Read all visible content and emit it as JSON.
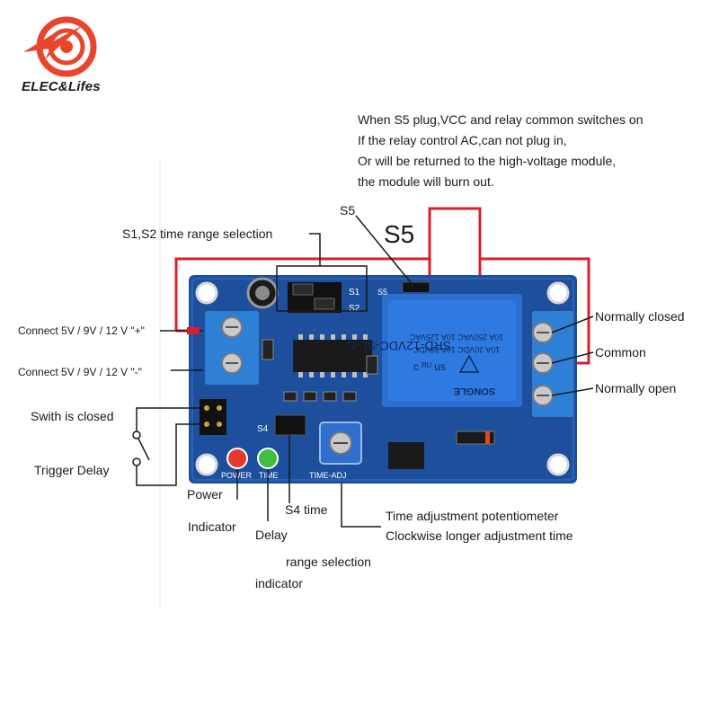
{
  "brand": {
    "name": "ELEC&Lifes",
    "logo_color": "#e8452c"
  },
  "note": {
    "lines": [
      "When S5 plug,VCC and relay common switches on",
      "If the relay control AC,can not plug in,",
      "Or will be returned to the high-voltage module,",
      "the module will burn out."
    ]
  },
  "labels": {
    "s5_small": "S5",
    "s5_big": "S5",
    "s1s2": "S1,S2 time range selection",
    "vcc_plus": "Connect  5V / 9V / 12 V  \"+\"",
    "vcc_minus": "Connect  5V / 9V / 12 V  \"-\"",
    "switch_closed": "Swith is closed",
    "trigger_delay": "Trigger Delay",
    "power": "Power",
    "indicator": "Indicator",
    "delay": "Delay",
    "s4_time": "S4 time",
    "range_selection": "range selection",
    "indicator2": "indicator",
    "time_adj_1": "Time adjustment potentiometer",
    "time_adj_2": "Clockwise longer adjustment time",
    "normally_closed": "Normally closed",
    "common": "Common",
    "normally_open": "Normally open"
  },
  "board": {
    "silk_s1": "S1",
    "silk_s2": "S2",
    "silk_s5": "S5",
    "silk_s4": "S4",
    "silk_power": "POWER",
    "silk_time": "TIME",
    "silk_timeadj": "TIME-ADJ",
    "relay_model": "SRD-12VDC-SL-C",
    "relay_spec1": "10A 250VAC  10A 125VAC",
    "relay_spec2": "10A 30VDC  10A 28VDC",
    "relay_brand": "SONGLE",
    "pcb_color": "#1d4f9c",
    "relay_color": "#2a6fcf",
    "wire_color": "#d9202a"
  }
}
